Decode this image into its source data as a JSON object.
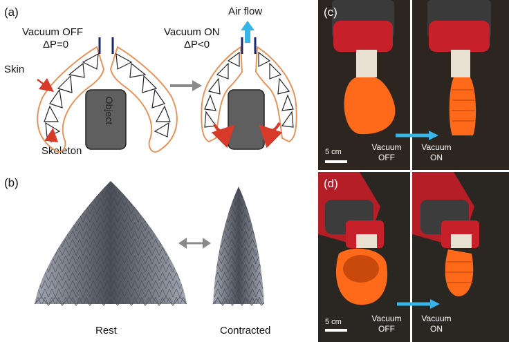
{
  "panel_a": {
    "letter": "(a)",
    "left_state": {
      "line1": "Vacuum OFF",
      "line2": "ΔP=0"
    },
    "right_state": {
      "line1": "Vacuum ON",
      "line2": "ΔP<0"
    },
    "air_flow": "Air flow",
    "skin": "Skin",
    "skeleton": "Skeleton",
    "object": "Object"
  },
  "panel_b": {
    "letter": "(b)",
    "rest": "Rest",
    "contracted": "Contracted"
  },
  "panel_c": {
    "letter": "(c)",
    "scale": "5 cm",
    "vacuum_off": {
      "line1": "Vacuum",
      "line2": "OFF"
    },
    "vacuum_on": {
      "line1": "Vacuum",
      "line2": "ON"
    }
  },
  "panel_d": {
    "letter": "(d)",
    "scale": "5 cm",
    "vacuum_off": {
      "line1": "Vacuum",
      "line2": "OFF"
    },
    "vacuum_on": {
      "line1": "Vacuum",
      "line2": "ON"
    }
  },
  "colors": {
    "skin": "#e8935a",
    "arrow_cyan": "#36b6e8",
    "red_arrow": "#d83a2a",
    "object": "#5f5f5f",
    "gripper_orange": "#ff6a1a"
  }
}
